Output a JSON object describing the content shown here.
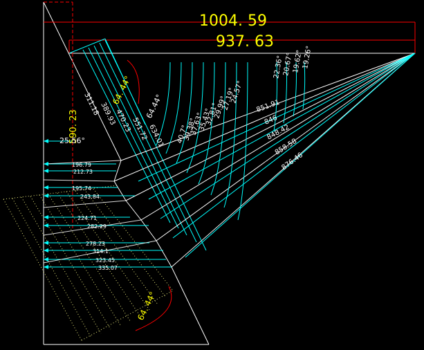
{
  "colors": {
    "background": "#000000",
    "outline": "#ffffff",
    "dimension": "#00ffff",
    "arc": "#ff0000",
    "highlight": "#ffff00",
    "hidden": "#ff0000",
    "pattern": "#ffff88"
  },
  "top_dims": {
    "overall": "1004. 59",
    "inner": "937. 63"
  },
  "height_dim": "590. 23",
  "angles": {
    "upper_left": "64. 44°",
    "upper_mid": "64.44°",
    "lower": "64. 44°",
    "left_small": "25.56°",
    "fan": [
      "24.57°",
      "27.19°",
      "29.99°",
      "32.81°",
      "35.43°",
      "37.63°",
      "39.38°",
      "40.7°"
    ],
    "fan_right": [
      "22.36°",
      "20.67°",
      "19.62°",
      "19.26°"
    ]
  },
  "slant_lengths": [
    "311.18",
    "389.93",
    "470.23",
    "551.72",
    "634.01"
  ],
  "ray_lengths": [
    "851.91",
    "846",
    "848.42",
    "858.58",
    "876.46"
  ],
  "horizontal_dims": [
    "196.79",
    "212.73",
    "195.74",
    "243.84",
    "224.71",
    "282.29",
    "278.23",
    "314.1",
    "323.45",
    "335.07"
  ]
}
